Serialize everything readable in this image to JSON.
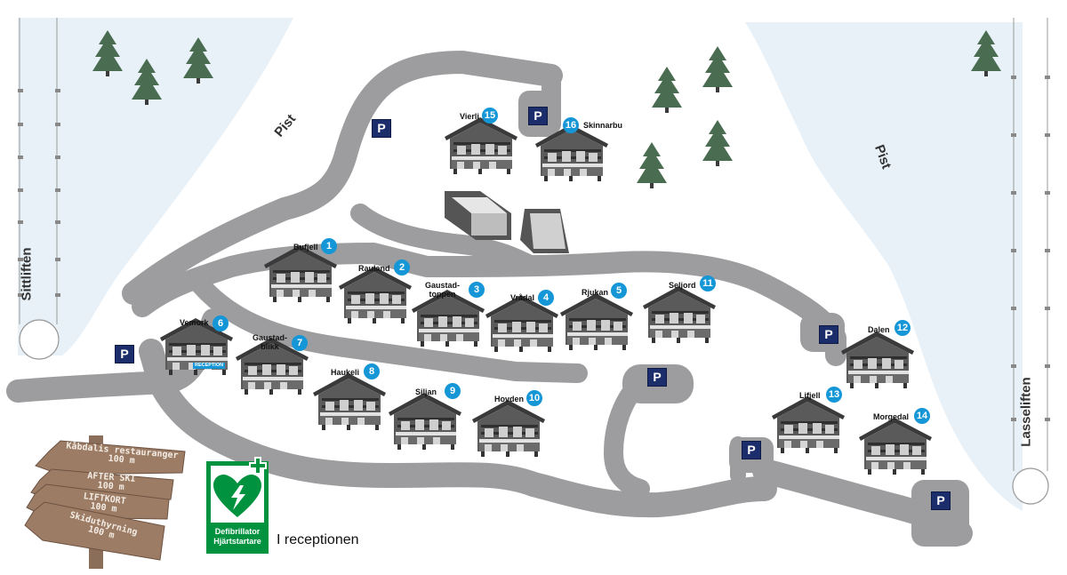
{
  "map": {
    "pist_labels": [
      "Pist",
      "Pist"
    ],
    "lifts": {
      "left": "Sittliften",
      "right": "Lasseliften"
    },
    "parking_symbol": "P",
    "cabins": [
      {
        "num": "1",
        "name": "Bufjell"
      },
      {
        "num": "2",
        "name": "Rauland"
      },
      {
        "num": "3",
        "name": "Gaustad-\ntoppen"
      },
      {
        "num": "4",
        "name": "Vrådal"
      },
      {
        "num": "5",
        "name": "Rjukan"
      },
      {
        "num": "6",
        "name": "Vemork"
      },
      {
        "num": "7",
        "name": "Gaustad-\nblikk"
      },
      {
        "num": "8",
        "name": "Haukeli"
      },
      {
        "num": "9",
        "name": "Siljan"
      },
      {
        "num": "10",
        "name": "Hovden"
      },
      {
        "num": "11",
        "name": "Seljord"
      },
      {
        "num": "12",
        "name": "Dalen"
      },
      {
        "num": "13",
        "name": "Lifjell"
      },
      {
        "num": "14",
        "name": "Morgedal"
      },
      {
        "num": "15",
        "name": "Vierli"
      },
      {
        "num": "16",
        "name": "Skinnarbu"
      }
    ],
    "reception_badge": "RECEPTION",
    "signpost": {
      "boards": [
        "Kåbdalis restauranger\n100 m",
        "AFTER SKI\n100 m",
        "LIFTKORT\n100 m",
        "Skiduthyrning\n100 m"
      ]
    },
    "aed": {
      "line1": "Defibrillator",
      "line2": "Hjärtstartare",
      "caption": "I receptionen",
      "color": "#00923f"
    },
    "colors": {
      "road": "#9d9d9f",
      "slope": "#e8f1f8",
      "tree": "#4a6d52",
      "marker": "#1596d6",
      "parking": "#1c2d6b"
    }
  }
}
